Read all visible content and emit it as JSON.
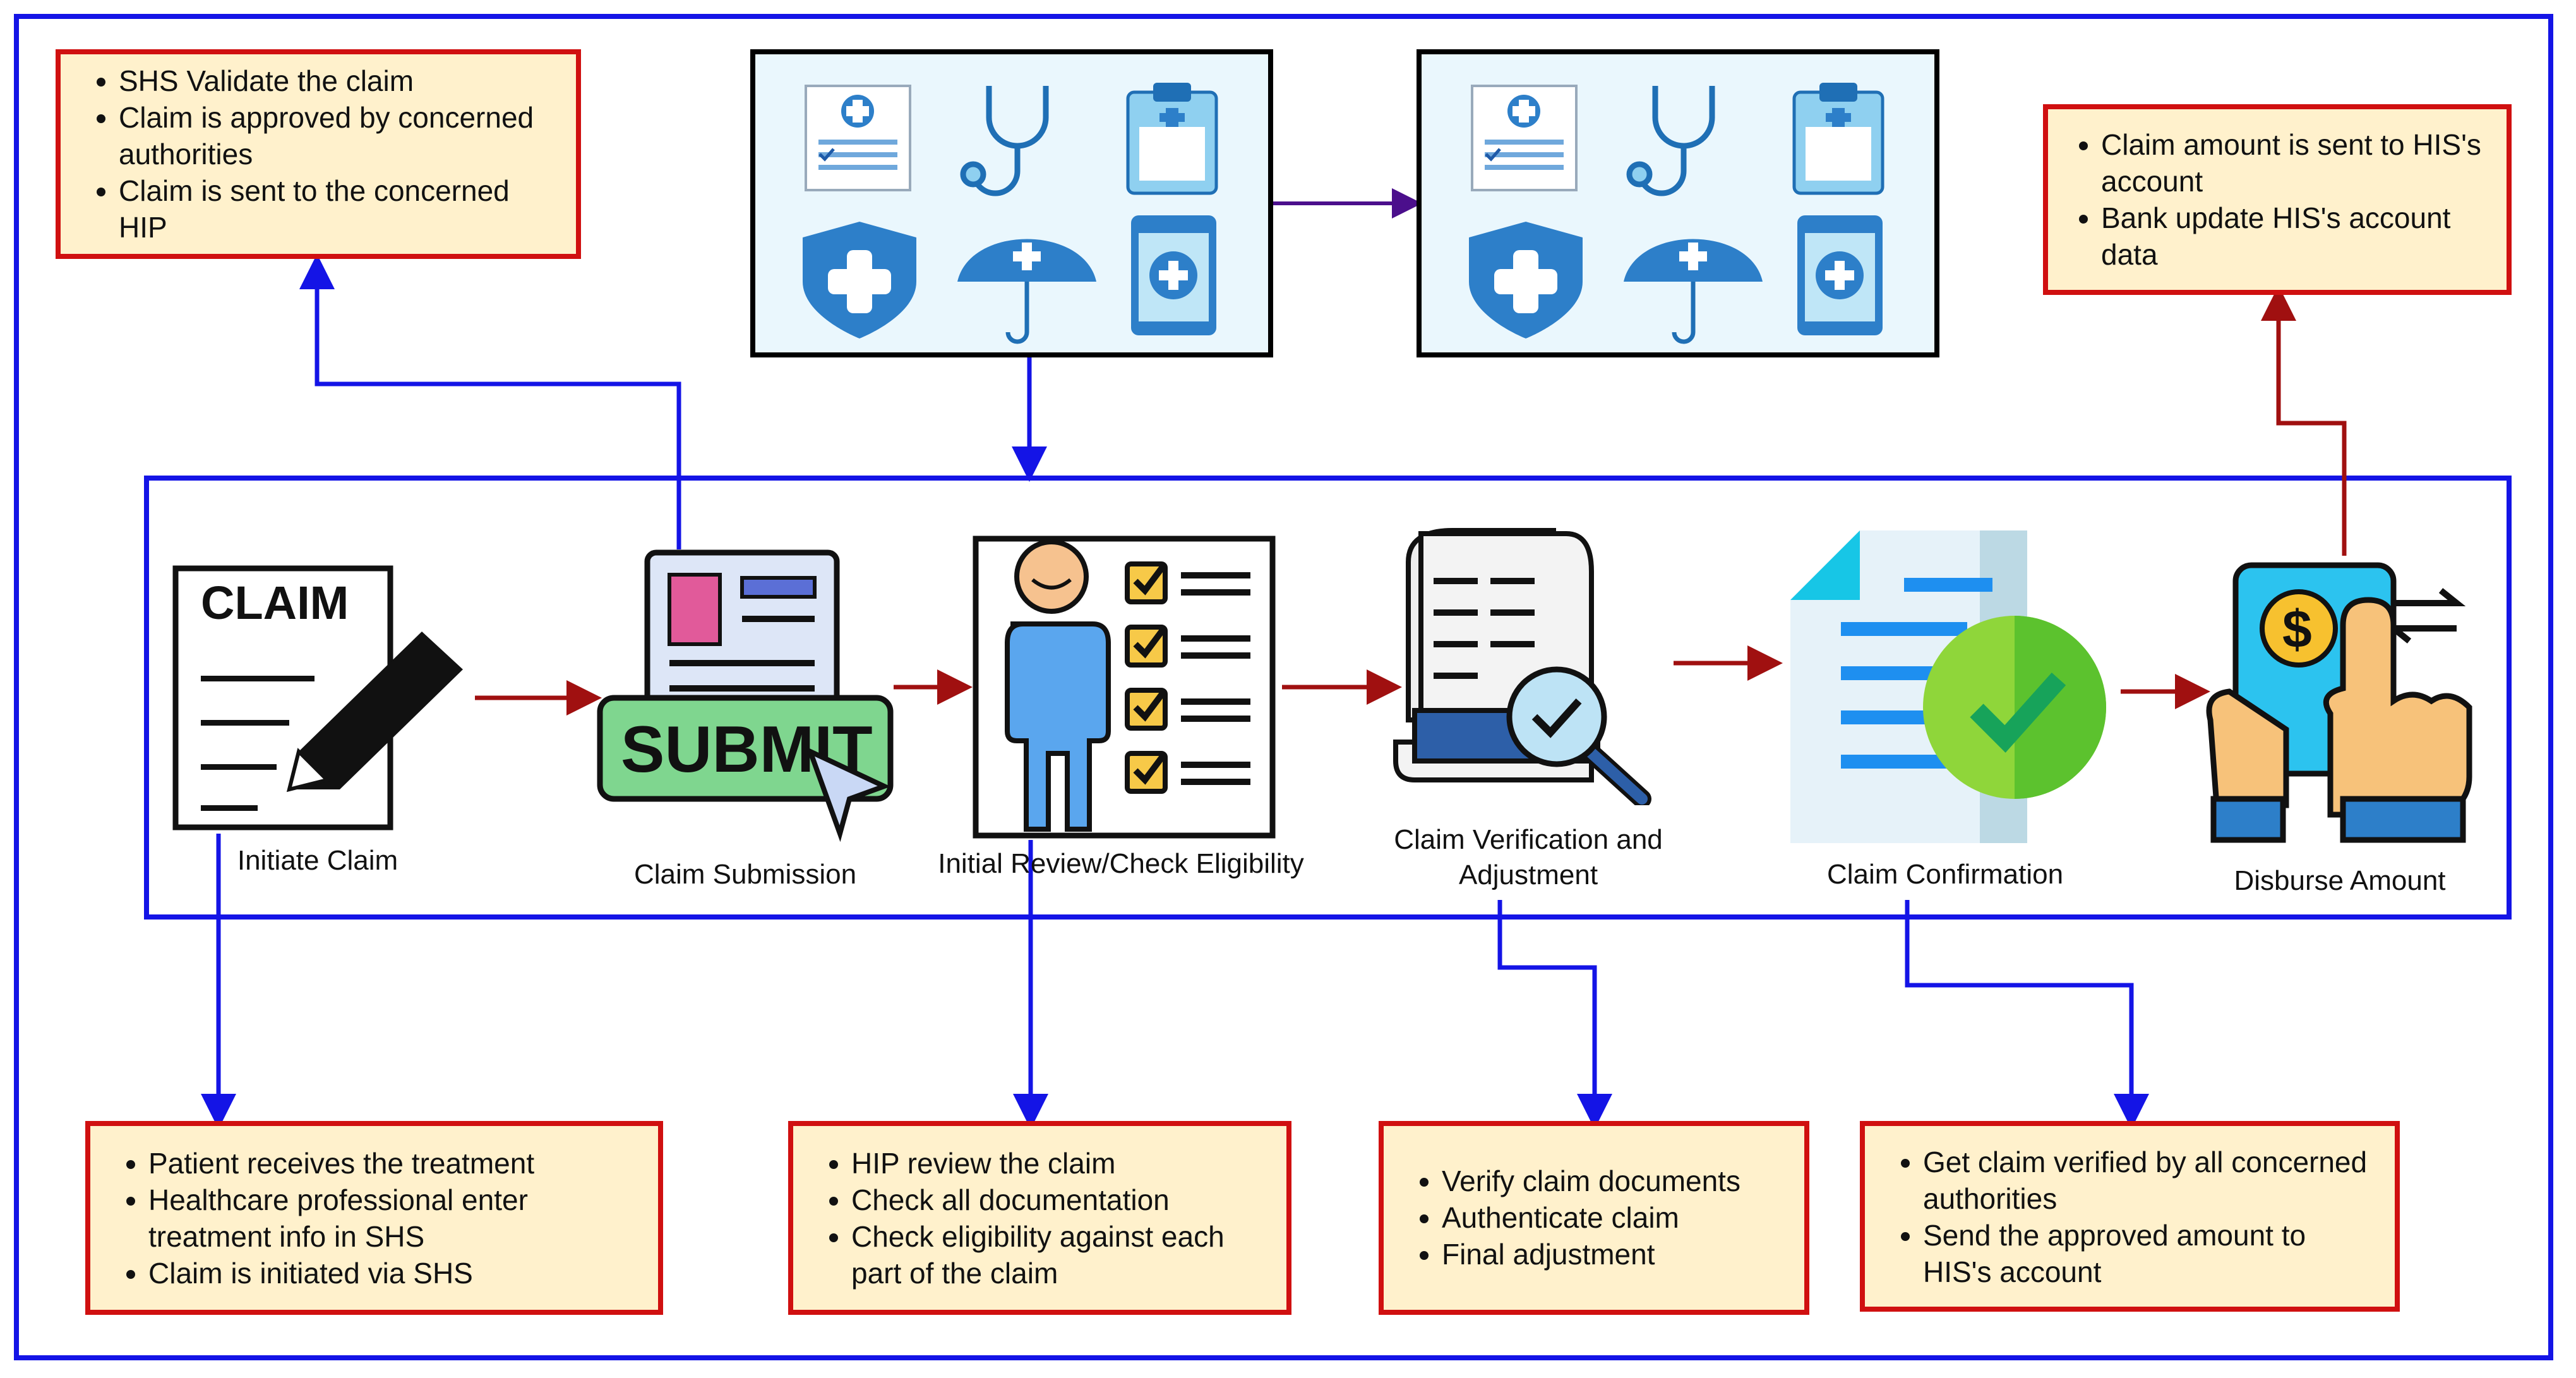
{
  "colors": {
    "frame_blue": "#1414e6",
    "flow_red": "#a01010",
    "note_border": "#d01010",
    "note_fill": "#fff1cc",
    "panel_fill": "#eaf7fd",
    "panel_connector": "#4b0f8c"
  },
  "top_icon_panel": {
    "icons": [
      "medical-form-icon",
      "stethoscope-icon",
      "clipboard-icon",
      "shield-cross-icon",
      "umbrella-cross-icon",
      "tablet-cross-icon"
    ]
  },
  "steps": [
    {
      "label": "Initiate Claim",
      "icon": "claim-document-pen-icon",
      "icon_text": "CLAIM"
    },
    {
      "label": "Claim Submission",
      "icon": "submit-form-icon",
      "icon_text": "SUBMIT"
    },
    {
      "label": "Initial Review/Check Eligibility",
      "icon": "person-checklist-icon"
    },
    {
      "label_line1": "Claim Verification and",
      "label_line2": "Adjustment",
      "icon": "document-magnifier-icon"
    },
    {
      "label": "Claim Confirmation",
      "icon": "document-checkmark-icon"
    },
    {
      "label": "Disburse Amount",
      "icon": "phone-payment-icon",
      "icon_text": "$"
    }
  ],
  "notes": {
    "validate": [
      "SHS Validate the claim",
      "Claim is approved by concerned authorities",
      "Claim is sent to the concerned HIP"
    ],
    "disburse": [
      "Claim amount is sent to HIS's account",
      "Bank update HIS's account data"
    ],
    "initiate": [
      "Patient receives the treatment",
      "Healthcare professional enter treatment info in SHS",
      "Claim is initiated via SHS"
    ],
    "review": [
      "HIP review the claim",
      "Check all documentation",
      "Check eligibility against each part of the claim"
    ],
    "verify": [
      "Verify claim documents",
      "Authenticate claim",
      "Final adjustment"
    ],
    "confirm": [
      "Get claim verified by all concerned authorities",
      "Send the approved amount to HIS's account"
    ]
  }
}
